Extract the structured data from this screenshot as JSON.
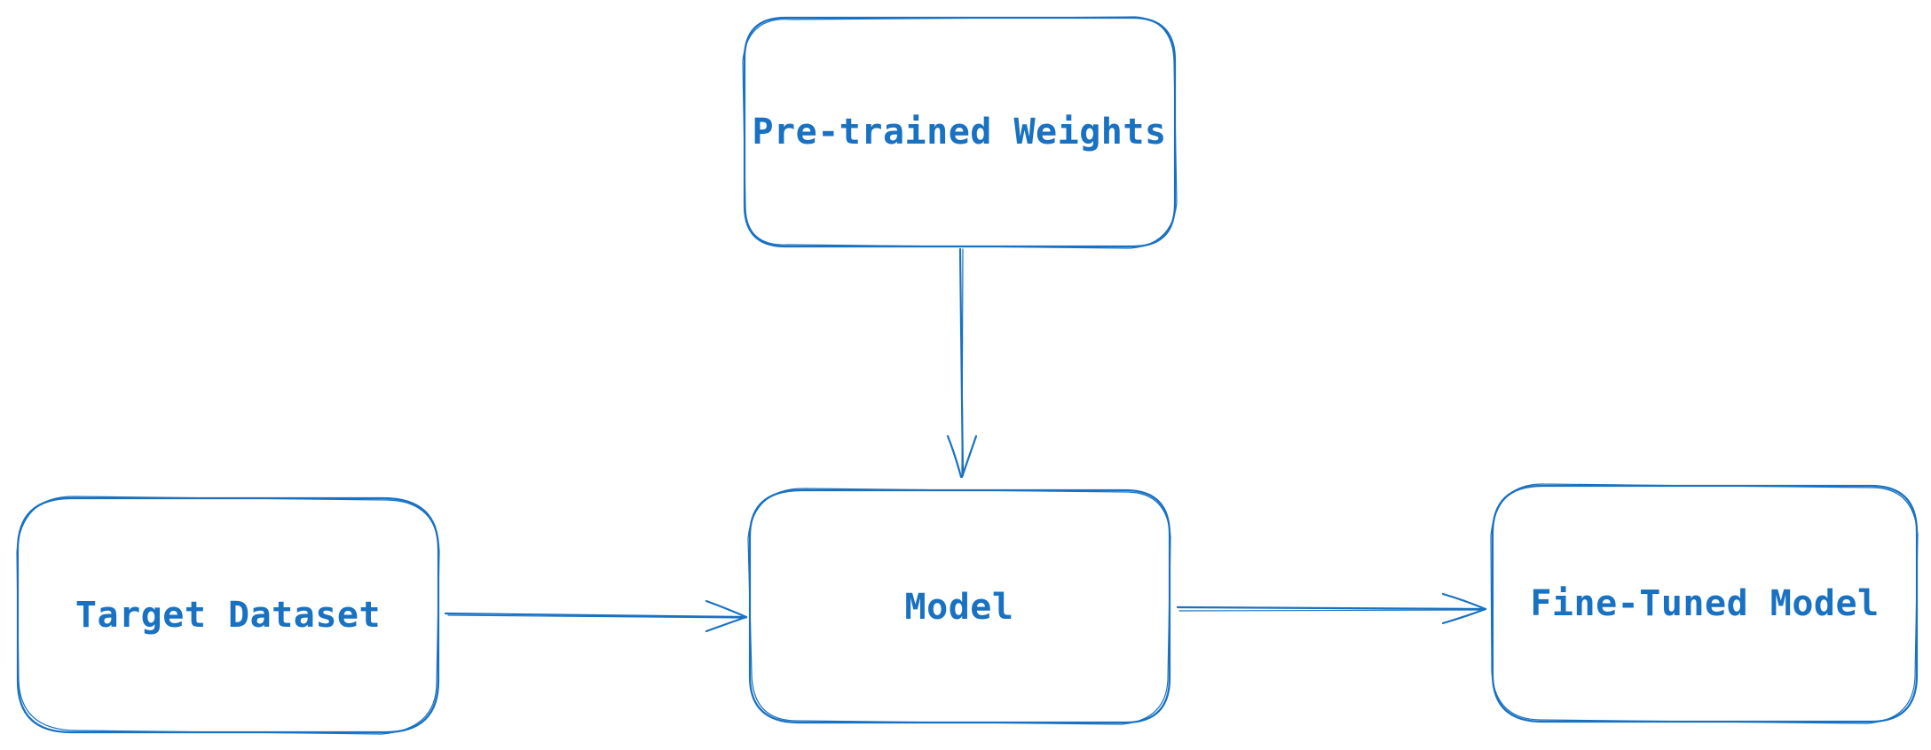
{
  "colors": {
    "stroke": "#1971c2",
    "text": "#1971c2",
    "background": "#ffffff"
  },
  "nodes": {
    "pretrained_weights": "Pre-trained Weights",
    "target_dataset": "Target Dataset",
    "model": "Model",
    "fine_tuned_model": "Fine-Tuned Model"
  },
  "edges": [
    {
      "from": "Pre-trained Weights",
      "to": "Model"
    },
    {
      "from": "Target Dataset",
      "to": "Model"
    },
    {
      "from": "Model",
      "to": "Fine-Tuned Model"
    }
  ]
}
